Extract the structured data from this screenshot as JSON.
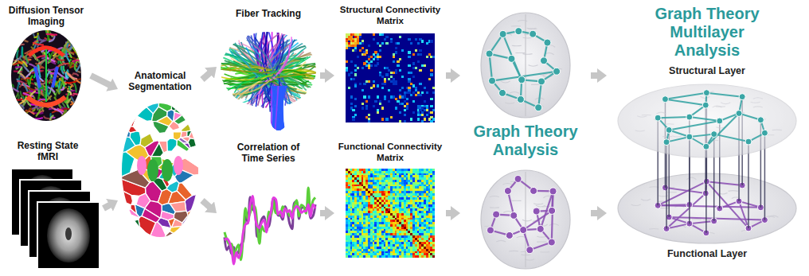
{
  "diagram": {
    "nodes": [
      {
        "text": [
          "Diffusion Tensor Imaging"
        ]
      },
      {
        "text": [
          "Resting State fMRI"
        ]
      },
      {
        "text": [
          "Anatomical Segmentation"
        ]
      },
      {
        "text": [
          "Fiber Tracking"
        ]
      },
      {
        "text": [
          "Correlation of Time Series"
        ]
      },
      {
        "text": [
          "Structural Connectivity Matrix"
        ]
      },
      {
        "text": [
          "Functional Connectivity Matrix"
        ]
      },
      {
        "text": [
          "Graph Theory Analysis"
        ]
      },
      {
        "text": [
          "Graph Theory Multilayer Analysis",
          "Structural Layer",
          "Functional Layer"
        ]
      }
    ],
    "edges": [
      {
        "from": 0,
        "to": 2,
        "arrow": "to"
      },
      {
        "from": 1,
        "to": 2,
        "arrow": "to"
      },
      {
        "from": 2,
        "to": 3,
        "arrow": "to"
      },
      {
        "from": 2,
        "to": 4,
        "arrow": "to"
      },
      {
        "from": 3,
        "to": 5,
        "arrow": "to"
      },
      {
        "from": 4,
        "to": 6,
        "arrow": "to"
      },
      {
        "from": 5,
        "to": 7,
        "arrow": "to"
      },
      {
        "from": 6,
        "to": 7,
        "arrow": "to"
      },
      {
        "from": 7,
        "to": 8,
        "arrow": "to"
      },
      {
        "from": 7,
        "to": 8,
        "arrow": "to"
      }
    ]
  }
}
